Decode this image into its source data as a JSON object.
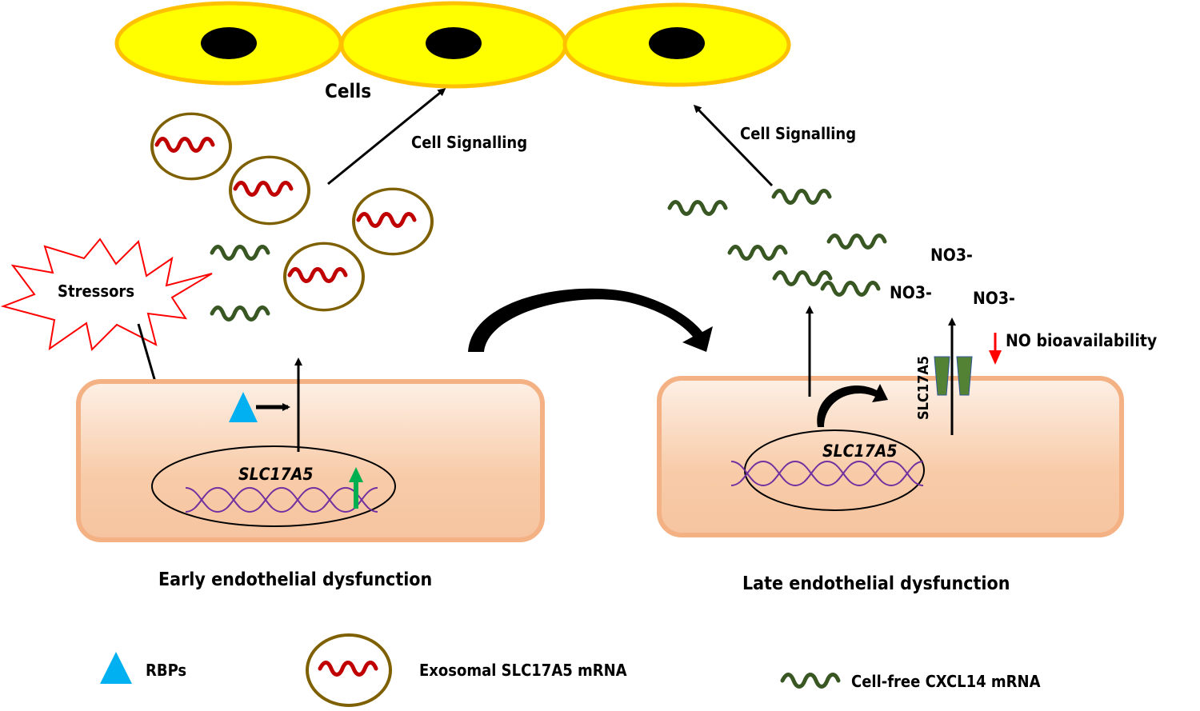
{
  "top": {
    "cells_label": "Cells",
    "cell_count": 3,
    "signalling_left": "Cell Signalling",
    "signalling_right": "Cell Signalling"
  },
  "left_panel": {
    "stressors_label": "Stressors",
    "gene_label": "SLC17A5",
    "caption": "Early endothelial dysfunction",
    "exosome_count": 4,
    "cellfree_mrna_count": 2
  },
  "right_panel": {
    "gene_label": "SLC17A5",
    "transporter_label": "SLC17A5",
    "no3_labels": [
      "NO3-",
      "NO3-",
      "NO3-"
    ],
    "no_bioavailability_label": "NO bioavailability",
    "caption": "Late endothelial dysfunction",
    "cellfree_mrna_count": 6
  },
  "legend": {
    "items": [
      {
        "icon": "triangle-icon",
        "label": "RBPs"
      },
      {
        "icon": "exosome-icon",
        "label": "Exosomal SLC17A5 mRNA"
      },
      {
        "icon": "green-mrna-icon",
        "label": "Cell-free CXCL14 mRNA"
      }
    ]
  },
  "colors": {
    "cell_fill": "#ffff00",
    "cell_border": "#ffc000",
    "endothelial_border": "#f4b183",
    "exosome_border": "#7f6000",
    "exosomal_mrna": "#c00000",
    "cellfree_mrna": "#385723",
    "rbp": "#00b0f0",
    "up_arrow": "#00b050",
    "down_arrow": "#ff0000",
    "dna": "#7030a0",
    "transporter": "#548235",
    "stressor_outline": "#ff0000"
  }
}
